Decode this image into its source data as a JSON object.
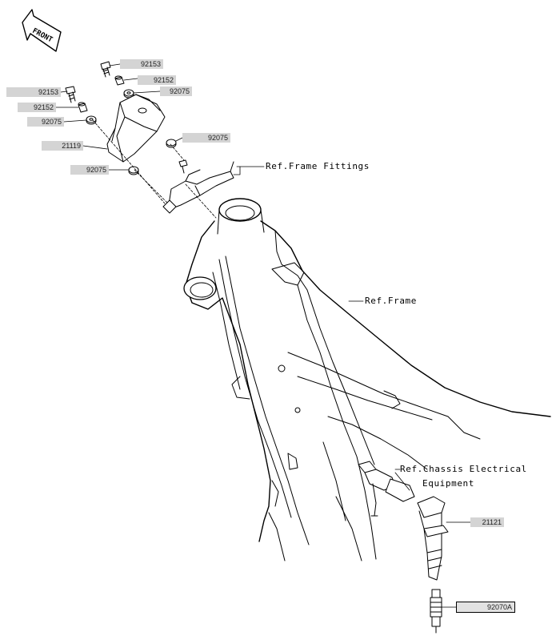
{
  "front_badge": "FRONT",
  "part_labels": {
    "p92153_top": "92153",
    "p92152_top": "92152",
    "p92075_top": "92075",
    "p92153_left": "92153",
    "p92152_left": "92152",
    "p92075_left": "92075",
    "p21119": "21119",
    "p92075_mid": "92075",
    "p92075_low": "92075",
    "p21121": "21121",
    "p92070A": "92070A"
  },
  "ref_labels": {
    "frame_fittings": "Ref.Frame Fittings",
    "frame": "Ref.Frame",
    "chassis_line1": "Ref.Chassis Electrical",
    "chassis_line2": "Equipment"
  }
}
